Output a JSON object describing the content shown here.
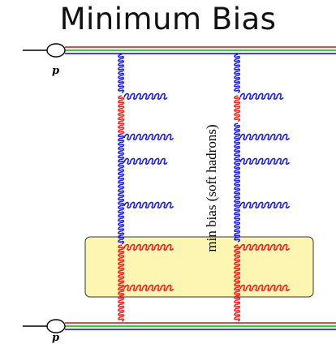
{
  "title": "Minimum Bias",
  "particle_top": "p",
  "particle_bottom": "p",
  "annotation": "min bias (soft hadrons)",
  "colors": {
    "beam_red": "#ff0000",
    "beam_green": "#00b000",
    "beam_blue": "#0000ff",
    "gluon_blue": "#1a1aff",
    "gluon_red": "#ff1a1a",
    "highlight_fill": "#fdf6b3",
    "highlight_stroke": "#333333"
  },
  "icons": {
    "proton_top": "proton-node-icon",
    "proton_bottom": "proton-node-icon"
  }
}
